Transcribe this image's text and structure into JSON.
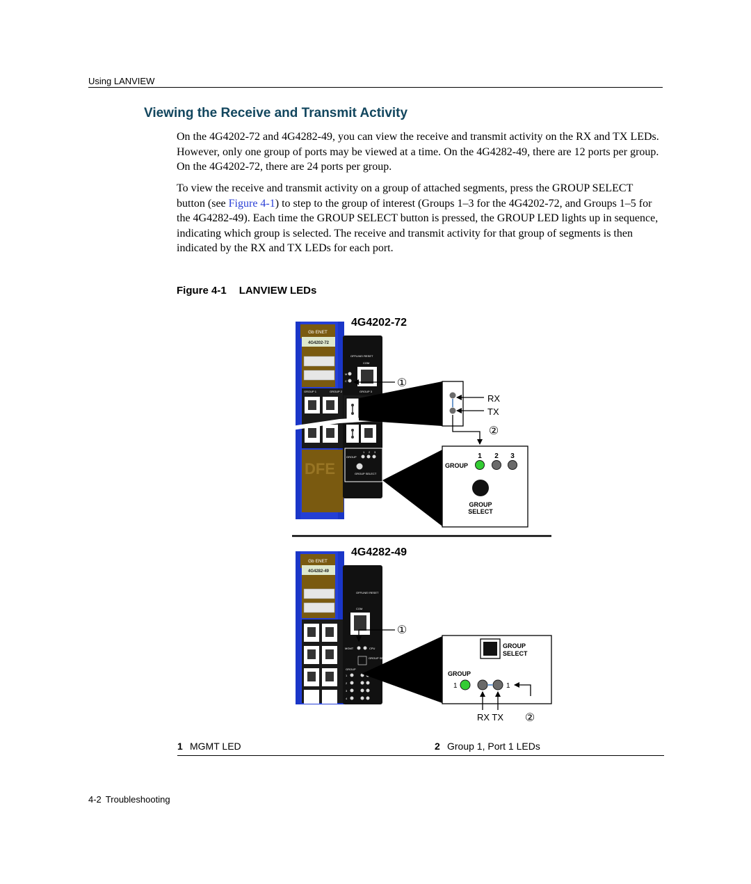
{
  "header": {
    "running_head": "Using LANVIEW"
  },
  "section": {
    "title": "Viewing the Receive and Transmit Activity",
    "para1": "On the 4G4202-72 and 4G4282-49, you can view the receive and transmit activity on the RX and TX LEDs. However, only one group of ports may be viewed at a time. On the 4G4282-49, there are 12 ports per group. On the 4G4202-72, there are 24 ports per group.",
    "para2_before": "To view the receive and transmit activity on a group of attached segments, press the GROUP SELECT button (see ",
    "para2_link": "Figure 4-1",
    "para2_after": ") to step to the group of interest (Groups 1–3 for the 4G4202-72, and Groups 1–5 for the 4G4282-49). Each time the GROUP SELECT button is pressed, the GROUP LED lights up in sequence, indicating which group is selected. The receive and transmit activity for that group of segments is then indicated by the RX and TX LEDs for each port."
  },
  "figure": {
    "number": "Figure 4-1",
    "title": "LANVIEW LEDs",
    "module1": {
      "name": "4G4202-72",
      "badge": "Gb ENET",
      "label": "4G4202-72",
      "panel_offline_reset": "OFFLINE/ RESET",
      "panel_com": "COM",
      "panel_m": "M",
      "panel_c": "C",
      "panel_group1": "GROUP 1",
      "panel_group2": "GROUP 2",
      "panel_group3": "GROUP 3",
      "panel_group_leds": "GROUP",
      "panel_leds_123": [
        "1",
        "2",
        "3"
      ],
      "panel_group_select": "GROUP SELECT",
      "logo": "DFE",
      "callout1": "①",
      "callout2": "②",
      "detail_rx": "RX",
      "detail_tx": "TX",
      "detail_group": "GROUP",
      "detail_numbers": [
        "1",
        "2",
        "3"
      ],
      "detail_group_select_line1": "GROUP",
      "detail_group_select_line2": "SELECT",
      "led_green": "#33cc33",
      "led_off": "#6a6a6a"
    },
    "module2": {
      "name": "4G4282-49",
      "badge": "Gb ENET",
      "label": "4G4282-49",
      "panel_offline_reset": "OFFLINE/ RESET",
      "panel_com": "COM",
      "panel_mgmt": "MGMT",
      "panel_cpu": "CPU",
      "panel_group_select": "GROUP SELECT",
      "panel_group": "GROUP",
      "panel_row_numbers": [
        "1",
        "2",
        "3",
        "4"
      ],
      "callout1": "①",
      "callout2": "②",
      "detail_group_select_line1": "GROUP",
      "detail_group_select_line2": "SELECT",
      "detail_group": "GROUP",
      "detail_left_number": "1",
      "detail_right_number": "1",
      "detail_rx_tx": "RX TX"
    },
    "colors": {
      "chassis_blue": "#1a36c8",
      "label_brown": "#7a5a10",
      "panel_black": "#111111"
    }
  },
  "legend": [
    {
      "num": "1",
      "text": "MGMT LED"
    },
    {
      "num": "2",
      "text": "Group 1, Port 1 LEDs"
    }
  ],
  "footer": {
    "page": "4-2",
    "chapter": "Troubleshooting"
  }
}
